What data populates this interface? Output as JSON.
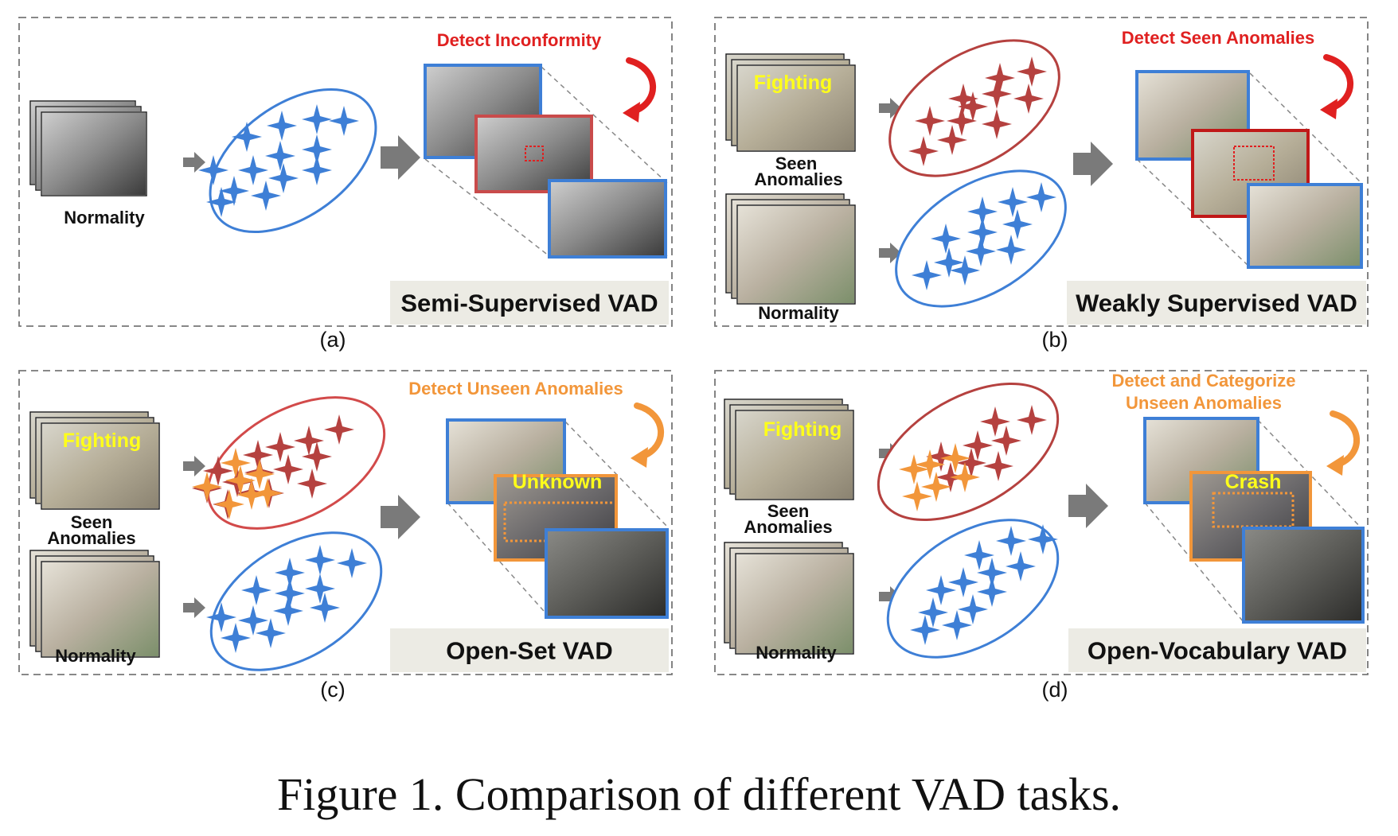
{
  "figure": {
    "caption": "Figure 1. Comparison of different VAD tasks."
  },
  "colors": {
    "normal": "#3e7fd6",
    "seen": "#b5413f",
    "unseen": "#f2963a",
    "detect_red": "#e02020",
    "detect_orange": "#f2963a"
  },
  "panels": [
    {
      "sublabel": "(a)",
      "title": "Semi-Supervised VAD",
      "annotation": [
        "Detect Inconformity"
      ],
      "normality_label": "Normality"
    },
    {
      "sublabel": "(b)",
      "title": "Weakly Supervised VAD",
      "annotation": [
        "Detect Seen Anomalies"
      ],
      "seen_tag": "Fighting",
      "seen_label": [
        "Seen",
        "Anomalies"
      ],
      "normality_label": "Normality"
    },
    {
      "sublabel": "(c)",
      "title": "Open-Set VAD",
      "annotation": [
        "Detect Unseen Anomalies"
      ],
      "seen_tag": "Fighting",
      "seen_label": [
        "Seen",
        "Anomalies"
      ],
      "normality_label": "Normality",
      "frame_tag": "Unknown"
    },
    {
      "sublabel": "(d)",
      "title": "Open-Vocabulary VAD",
      "annotation": [
        "Detect and Categorize",
        "Unseen Anomalies"
      ],
      "seen_tag": "Fighting",
      "seen_label": [
        "Seen",
        "Anomalies"
      ],
      "normality_label": "Normality",
      "frame_tag": "Crash"
    }
  ]
}
